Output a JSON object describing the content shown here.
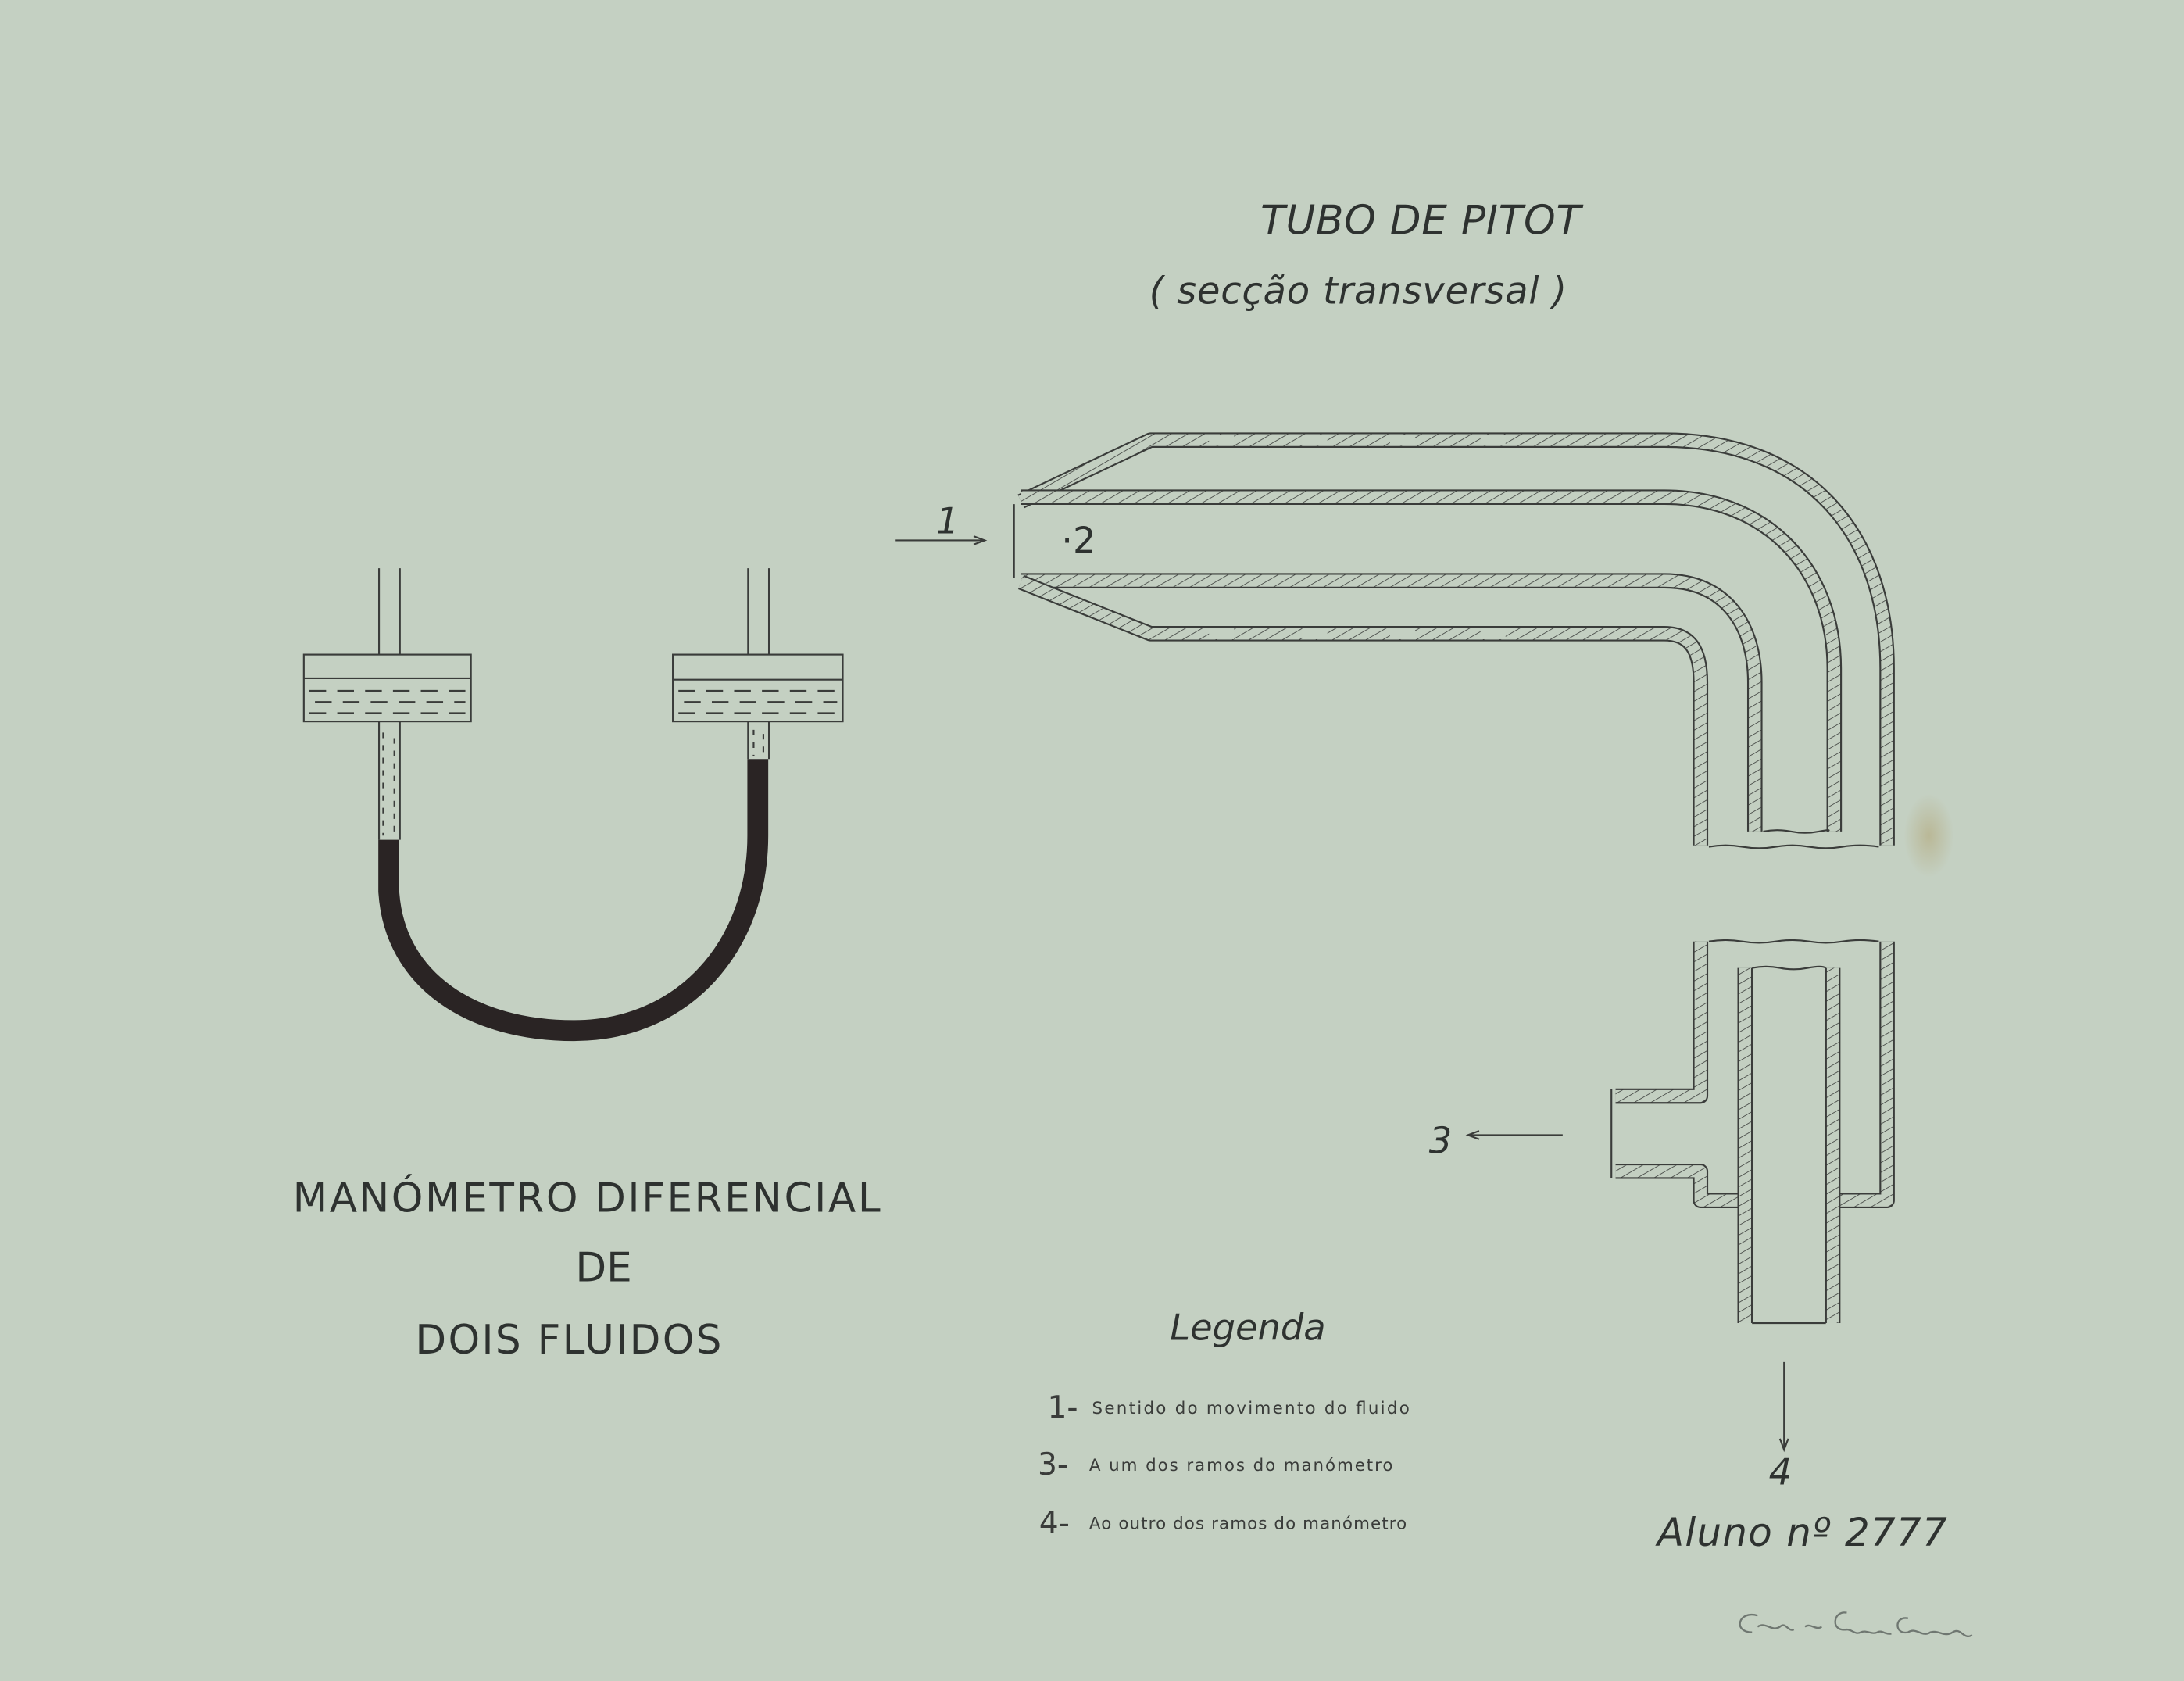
{
  "pitot": {
    "title": "TUBO DE PITOT",
    "subtitle": "( secção transversal )",
    "label_1": "1",
    "label_2": "·2",
    "label_3": "3",
    "label_4": "4"
  },
  "manometer": {
    "title_line1": "MANÓMETRO DIFERENCIAL",
    "title_line2": "DE",
    "title_line3": "DOIS FLUIDOS"
  },
  "legend": {
    "heading": "Legenda",
    "items": [
      {
        "number": "1-",
        "text": "Sentido do movimento do fluido"
      },
      {
        "number": "3-",
        "text": "A um dos ramos do manómetro"
      },
      {
        "number": "4-",
        "text": "Ao outro dos ramos do manómetro"
      }
    ]
  },
  "student": "Aluno nº 2777",
  "signature": "António Gião ...",
  "colors": {
    "paper": "#c3cfc1",
    "ink": "#3a3c3a",
    "heavy_fluid": "#2a2424"
  }
}
